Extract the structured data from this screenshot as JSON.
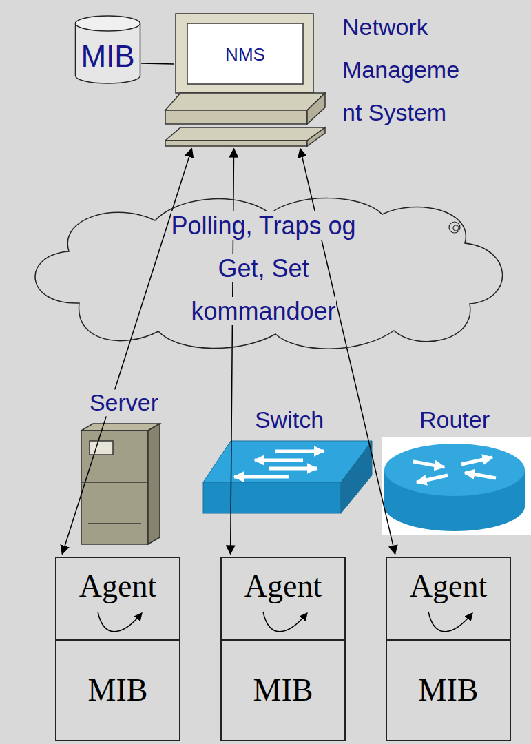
{
  "diagram": {
    "nodes": [
      {
        "text": [
          "MIB"
        ]
      },
      {
        "text": [
          "NMS"
        ]
      },
      {
        "text": [
          "Polling, Traps og Get, Set kommandoer"
        ]
      },
      {
        "text": [
          "Agent"
        ]
      },
      {
        "text": [
          "Agent"
        ]
      },
      {
        "text": [
          "Agent"
        ]
      },
      {
        "text": [
          "MIB"
        ]
      },
      {
        "text": [
          "MIB"
        ]
      },
      {
        "text": [
          "MIB"
        ]
      }
    ],
    "edges": [
      {
        "from": 0,
        "to": 1,
        "arrow": "none"
      },
      {
        "from": 3,
        "to": 1,
        "arrow": "both"
      },
      {
        "from": 4,
        "to": 1,
        "arrow": "both"
      },
      {
        "from": 5,
        "to": 1,
        "arrow": "both"
      }
    ],
    "labels": [
      "Network Manageme nt System",
      "Server",
      "Switch",
      "Router"
    ]
  }
}
